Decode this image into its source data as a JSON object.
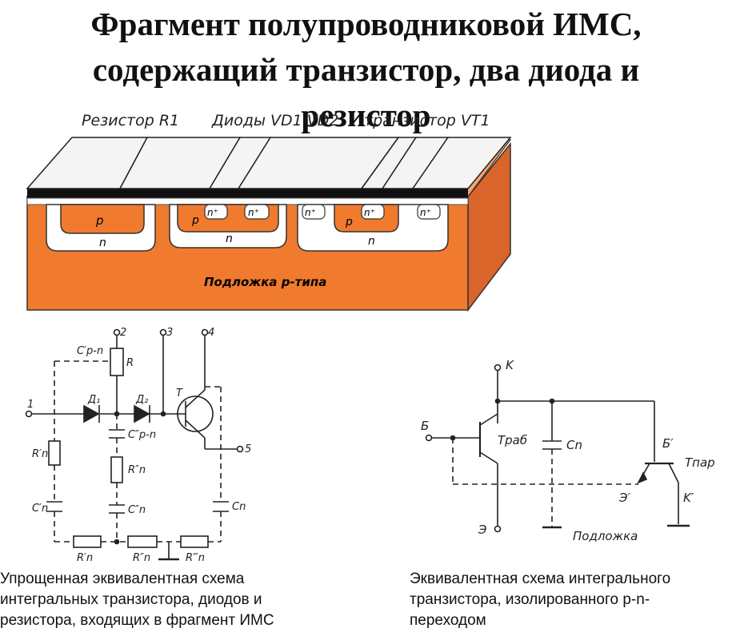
{
  "title": {
    "line1": "Фрагмент полупроводниковой ИМС,",
    "line2": "содержащий транзистор, два диода и",
    "line3": "резистор"
  },
  "structure": {
    "label_resistor": "Резистор R1",
    "label_diodes": "Диоды VD1  VD2",
    "label_transistor": "транзистор  VT1",
    "p": "p",
    "n": "n",
    "n_plus": "n⁺",
    "substrate": "Подложка  p-типа"
  },
  "left_schematic": {
    "node1": "1",
    "node2": "2",
    "node3": "3",
    "node4": "4",
    "node5": "5",
    "R": "R",
    "Cpn1": "C′p-n",
    "Cpn2": "C″p-n",
    "D1": "Д₁",
    "D2": "Д₂",
    "T": "T",
    "Rn1": "R′n",
    "Rn2": "R″n",
    "Cn1": "C′n",
    "Cn2": "C″n",
    "Cn": "Cn",
    "Rn1b": "R′n",
    "Rn2b": "R″n",
    "Rn3b": "R‴n",
    "caption": {
      "line1": "Упрощенная эквивалентная схема",
      "line2": "интегральных транзистора, диодов и",
      "line3": "резистора, входящих в фрагмент ИМС"
    }
  },
  "right_schematic": {
    "K": "K",
    "B": "Б",
    "E": "Э",
    "Traб": "Tраб",
    "Cn": "Cn",
    "B2": "Б′",
    "Tpar": "Tпар",
    "E2": "Э′",
    "K2": "K′",
    "substrate": "Подложка",
    "caption": {
      "line1": "Эквивалентная  схема  интегрального",
      "line2": "транзистора,   изолированного p-n-",
      "line3": "переходом"
    }
  },
  "colors": {
    "substrate": "#f07a2e",
    "pocket": "#ffffff",
    "oxide": "#111111",
    "line": "#222222"
  }
}
